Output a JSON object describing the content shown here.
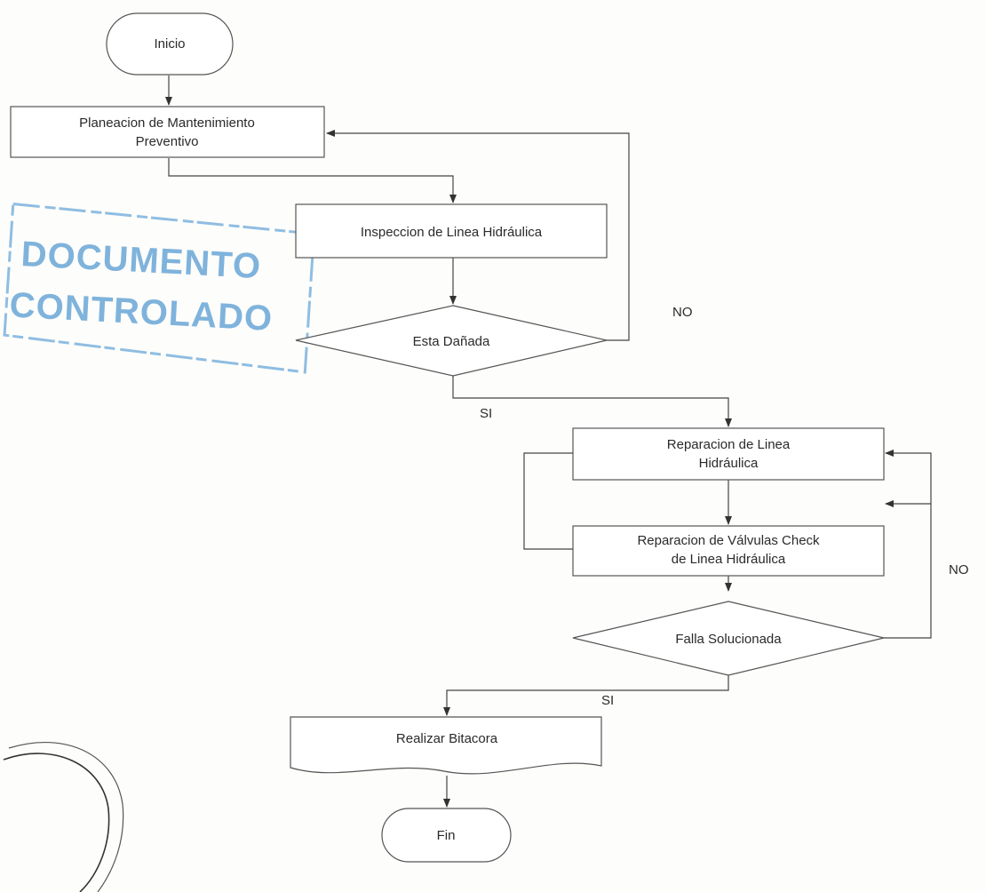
{
  "nodes": {
    "inicio": "Inicio",
    "planeacion_1": "Planeacion de Mantenimiento",
    "planeacion_2": "Preventivo",
    "inspeccion": "Inspeccion de Linea Hidráulica",
    "esta_danada": "Esta Dañada",
    "reparacion_linea_1": "Reparacion de Linea",
    "reparacion_linea_2": "Hidráulica",
    "reparacion_valvulas_1": "Reparacion de Válvulas Check",
    "reparacion_valvulas_2": "de Linea Hidráulica",
    "falla_solucionada": "Falla Solucionada",
    "realizar_bitacora": "Realizar Bitacora",
    "fin": "Fin"
  },
  "edge_labels": {
    "no_1": "NO",
    "si_1": "SI",
    "no_2": "NO",
    "si_2": "SI"
  },
  "stamp": {
    "line1": "DOCUMENTO",
    "line2": "CONTROLADO",
    "color": "#7fb3dc"
  }
}
